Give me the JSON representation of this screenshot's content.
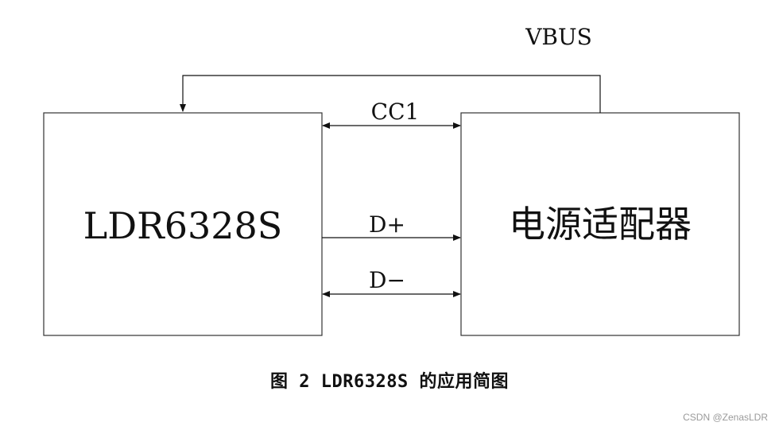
{
  "blocks": {
    "left": "LDR6328S",
    "right": "电源适配器"
  },
  "signals": {
    "vbus": "VBUS",
    "cc1": "CC1",
    "dplus": "D+",
    "dminus": "D−"
  },
  "caption": "图 2 LDR6328S 的应用简图",
  "watermark": "CSDN @ZenasLDR"
}
